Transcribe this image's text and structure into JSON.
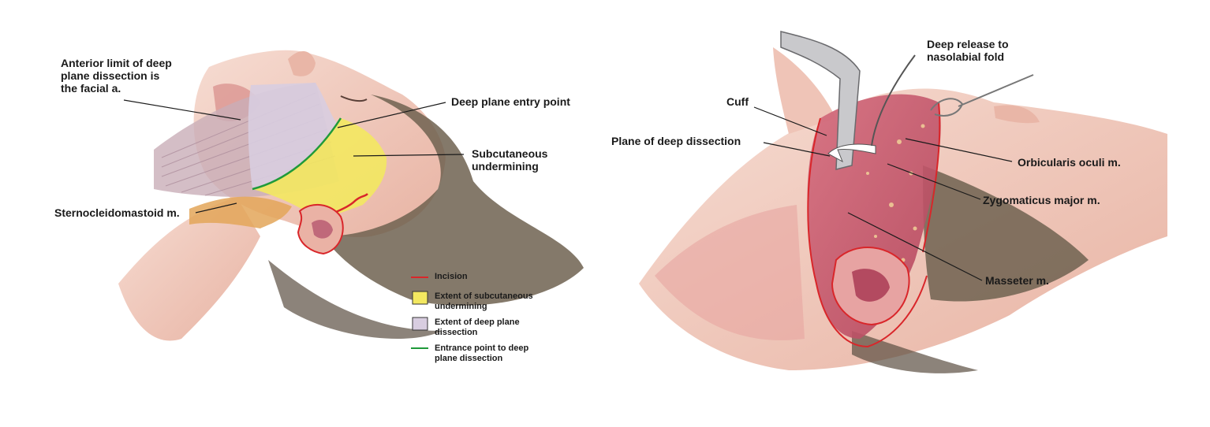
{
  "left_panel": {
    "labels": {
      "anterior_limit": [
        "Anterior limit of deep",
        "plane dissection is",
        "the facial a."
      ],
      "entry_point": "Deep plane entry point",
      "subcutaneous": [
        "Subcutaneous",
        "undermining"
      ],
      "sternocleidomastoid": "Sternocleidomastoid m."
    },
    "legend": [
      {
        "text": [
          "Incision"
        ],
        "kind": "line",
        "color": "#d9262a"
      },
      {
        "text": [
          "Extent of subcutaneous",
          "undermining"
        ],
        "kind": "box",
        "color": "#f3e860"
      },
      {
        "text": [
          "Extent of deep plane",
          "dissection"
        ],
        "kind": "box",
        "color": "#d8cde0"
      },
      {
        "text": [
          "Entrance point to deep",
          "plane dissection"
        ],
        "kind": "line",
        "color": "#1f9a3a"
      }
    ]
  },
  "right_panel": {
    "labels": {
      "deep_release": [
        "Deep release to",
        "nasolabial fold"
      ],
      "cuff": "Cuff",
      "plane_deep": "Plane of deep dissection",
      "orbicularis": "Orbicularis oculi m.",
      "zygomaticus": "Zygomaticus major m.",
      "masseter": "Masseter m."
    }
  },
  "colors": {
    "skin": "#f0c8bb",
    "skin_dark": "#e3a595",
    "hair": "#6e6150",
    "muscle": "#c8566a",
    "incision": "#d9262a",
    "undermining": "#f3e860",
    "deep_plane": "#d8cde0",
    "entry": "#1f9a3a"
  }
}
